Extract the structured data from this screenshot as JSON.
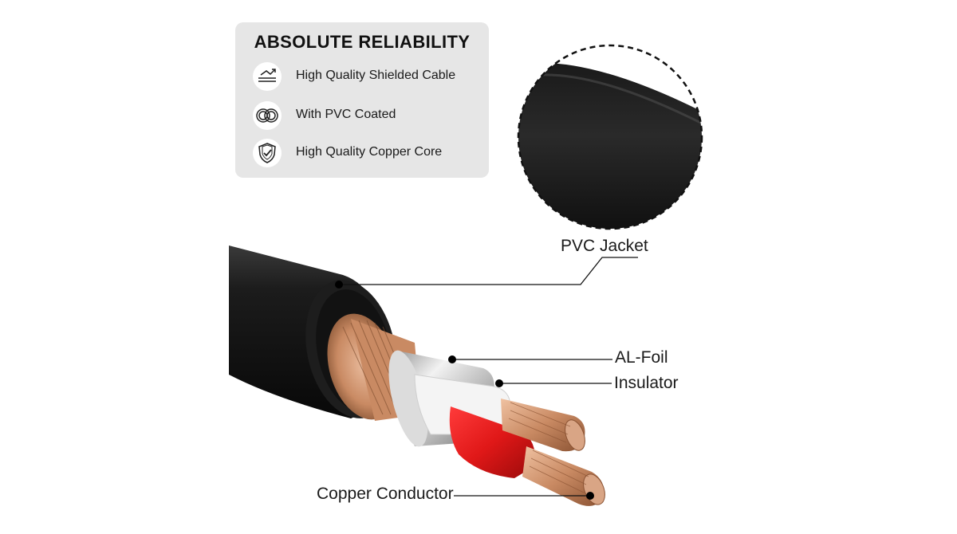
{
  "feature_box": {
    "title": "ABSOLUTE RELIABILITY",
    "items": [
      {
        "icon": "shielded-cable-icon",
        "label": "High Quality Shielded Cable"
      },
      {
        "icon": "pvc-coating-icon",
        "label": "With PVC Coated"
      },
      {
        "icon": "shield-check-icon",
        "label": "High Quality Copper Core"
      }
    ]
  },
  "callouts": {
    "pvc_jacket": "PVC Jacket",
    "al_foil": "AL-Foil",
    "insulator": "Insulator",
    "copper_conductor": "Copper Conductor"
  },
  "colors": {
    "jacket": "#141414",
    "foil": "#d9d9d9",
    "insulator_white": "#f4f4f4",
    "insulator_red": "#e01818",
    "copper": "#c98a63",
    "panel_bg": "#e6e6e6"
  }
}
